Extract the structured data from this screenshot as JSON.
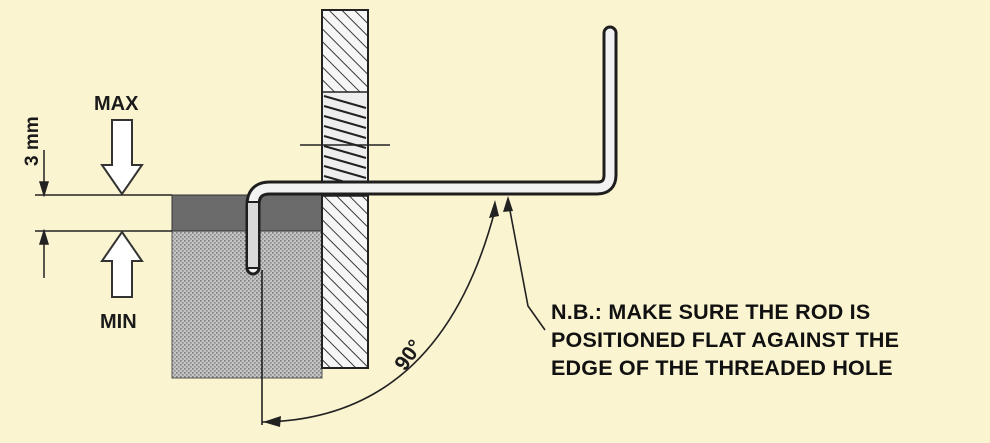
{
  "labels": {
    "max": "MAX",
    "min": "MIN",
    "dimension": "3 mm",
    "angle": "90°"
  },
  "note": {
    "line1": "N.B.: MAKE SURE THE ROD IS",
    "line2": "POSITIONED FLAT AGAINST THE",
    "line3": "EDGE OF THE THREADED HOLE"
  },
  "colors": {
    "background": "#FBF4D0",
    "ink": "#1a1a1a",
    "level_band": "#6b6b6b",
    "body_fill": "#b5b5b5",
    "wall_fill": "#f4f4f4"
  }
}
